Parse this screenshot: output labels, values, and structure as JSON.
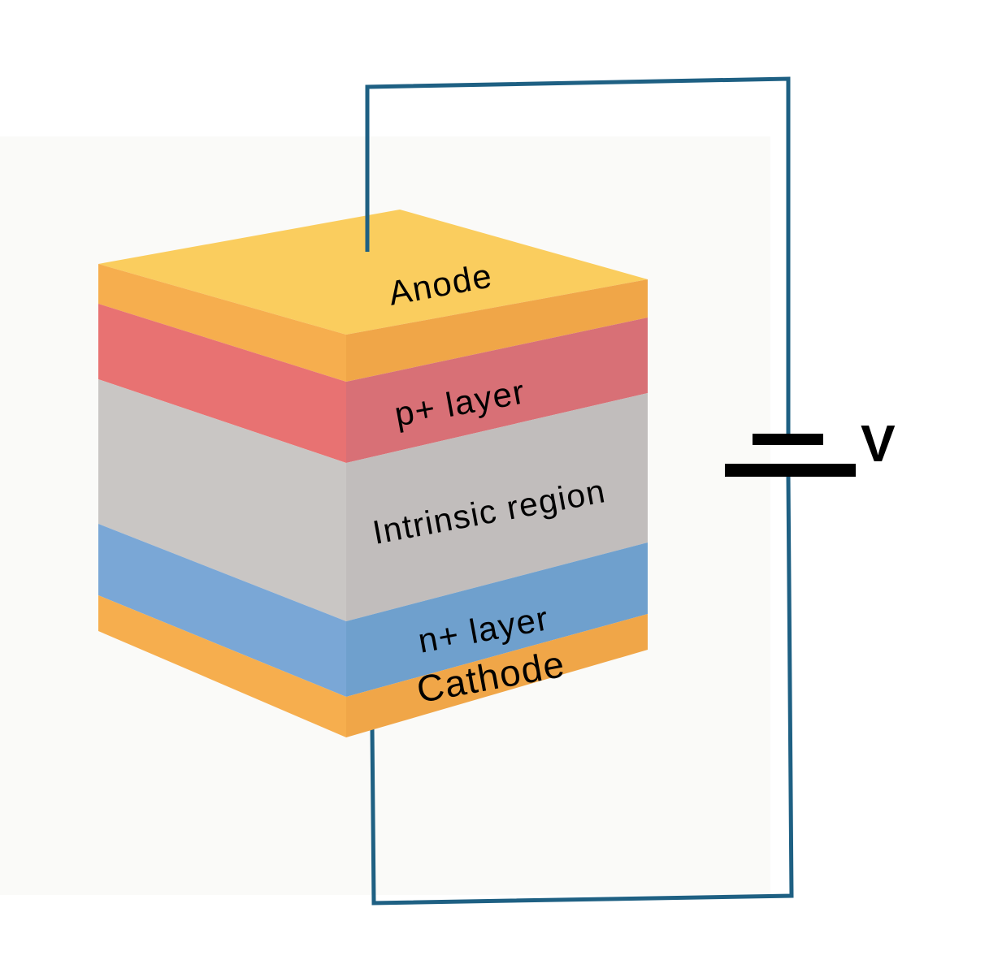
{
  "background": {
    "panel_color": "#FAFAF8"
  },
  "circuit": {
    "wire_color": "#1E6083",
    "battery": {
      "color": "#000000",
      "label": "V"
    }
  },
  "device": {
    "top_face_color": "#FACD5E",
    "label_color": "#000000",
    "layers": [
      {
        "id": "anode",
        "label": "Anode",
        "left_color": "#F6AE4E",
        "right_color": "#F0A648"
      },
      {
        "id": "p-plus",
        "label": "p+ layer",
        "left_color": "#E87272",
        "right_color": "#D87076"
      },
      {
        "id": "intrinsic",
        "label": "Intrinsic region",
        "left_color": "#C9C6C4",
        "right_color": "#C1BDBC"
      },
      {
        "id": "n-plus",
        "label": "n+ layer",
        "left_color": "#7AA7D6",
        "right_color": "#6FA0CD"
      },
      {
        "id": "cathode",
        "label": "Cathode",
        "left_color": "#F6AE4E",
        "right_color": "#F0A648"
      }
    ]
  }
}
